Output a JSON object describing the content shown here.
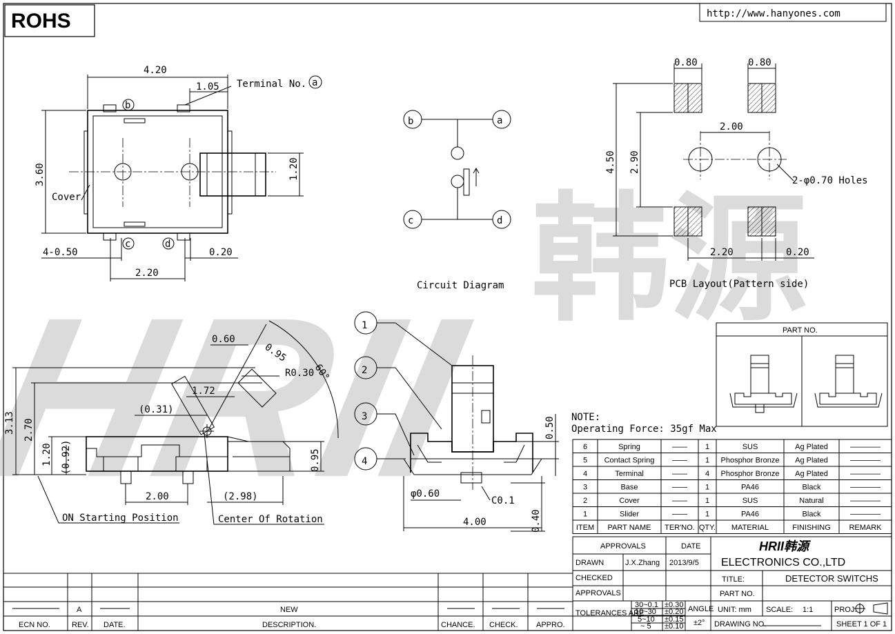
{
  "header": {
    "rohs": "ROHS",
    "url": "http://www.hanyones.com"
  },
  "watermark": {
    "brand_latin": "HRII",
    "brand_cjk": "韩源"
  },
  "top_view": {
    "dim_width": "4.20",
    "dim_terminal_offset": "1.05",
    "terminal_label": "Terminal No.",
    "terminal_symbol": "a",
    "dim_height": "3.60",
    "dim_slider": "1.20",
    "cover_label": "Cover",
    "dim_terminal_width": "4-0.50",
    "dim_edge": "0.20",
    "dim_pitch": "2.20",
    "pin_b": "b",
    "pin_c": "c",
    "pin_d": "d"
  },
  "circuit": {
    "pin_b": "b",
    "pin_a": "a",
    "pin_c": "c",
    "pin_d": "d",
    "caption": "Circuit Diagram"
  },
  "pcb": {
    "pad_w1": "0.80",
    "pad_w2": "0.80",
    "dim_hole_pitch": "2.00",
    "dim_total_h": "4.50",
    "dim_pad_gap": "2.90",
    "holes_label": "2-φ0.70 Holes",
    "dim_pad_pitch": "2.20",
    "dim_edge": "0.20",
    "caption": "PCB Layout(Pattern side)"
  },
  "side_view": {
    "dim_tip": "0.60",
    "dim_095": "0.95",
    "dim_radius": "R0.30",
    "dim_angle": "60°",
    "dim_172": "1.72",
    "dim_031": "(0.31)",
    "dim_313": "3.13",
    "dim_270": "2.70",
    "dim_120": "1.20",
    "dim_092": "(0.92)",
    "dim_095b": "0.95",
    "dim_200": "2.00",
    "dim_298": "(2.98)",
    "on_label": "ON Starting Position",
    "rotation_label": "Center Of Rotation"
  },
  "section_view": {
    "balloons": [
      "1",
      "2",
      "3",
      "4"
    ],
    "dim_050": "0.50",
    "dim_060": "φ0.60",
    "dim_c01": "C0.1",
    "dim_040": "0.40",
    "dim_400": "4.00"
  },
  "part_no_box": {
    "label": "PART NO."
  },
  "note": {
    "title": "NOTE:",
    "text": "Operating Force: 35gf Max"
  },
  "bom": {
    "rows": [
      {
        "item": "6",
        "name": "Spring",
        "ter": "——",
        "qty": "1",
        "material": "SUS",
        "finishing": "Ag Plated",
        "remark": "————"
      },
      {
        "item": "5",
        "name": "Contact Spring",
        "ter": "——",
        "qty": "1",
        "material": "Phosphor Bronze",
        "finishing": "Ag Plated",
        "remark": "————"
      },
      {
        "item": "4",
        "name": "Terminal",
        "ter": "——",
        "qty": "4",
        "material": "Phosphor Bronze",
        "finishing": "Ag Plated",
        "remark": "————"
      },
      {
        "item": "3",
        "name": "Base",
        "ter": "——",
        "qty": "1",
        "material": "PA46",
        "finishing": "Black",
        "remark": "————"
      },
      {
        "item": "2",
        "name": "Cover",
        "ter": "——",
        "qty": "1",
        "material": "SUS",
        "finishing": "Natural",
        "remark": "————"
      },
      {
        "item": "1",
        "name": "Slider",
        "ter": "——",
        "qty": "1",
        "material": "PA46",
        "finishing": "Black",
        "remark": "————"
      }
    ],
    "headers": {
      "item": "ITEM",
      "name": "PART NAME",
      "ter": "TER'NO.",
      "qty": "QTY.",
      "material": "MATERIAL",
      "finishing": "FINISHING",
      "remark": "REMARK"
    }
  },
  "title_block": {
    "approvals": "APPROVALS",
    "date": "DATE",
    "drawn": "DRAWN",
    "drawn_by": "J.X.Zhang",
    "drawn_date": "2013/9/5",
    "checked": "CHECKED",
    "approvals2": "APPROVALS",
    "company_logo": "HRII韩源",
    "company": "ELECTRONICS CO.,LTD",
    "title_label": "TITLE:",
    "title_value": "DETECTOR SWITCHS",
    "part_no": "PART NO.",
    "tolerances": "TOLERANCES ARE",
    "tol_ranges": [
      "30~0.1",
      "10~30",
      "5~10",
      "~ 5"
    ],
    "tol_values": [
      "±0.30",
      "±0.20",
      "±0.15",
      "±0.10"
    ],
    "angle": "ANGLE",
    "angle_value": "±2°",
    "unit": "UNIT: mm",
    "scale": "SCALE:",
    "scale_value": "1:1",
    "proj": "PROJ.",
    "drawing_no": "DRAWING NO.",
    "sheet": "SHEET  1  OF  1"
  },
  "revision_block": {
    "ecn_no": "ECN NO.",
    "rev": "REV.",
    "date": "DATE.",
    "description": "DESCRIPTION.",
    "chance": "CHANCE.",
    "check": "CHECK.",
    "appro": "APPRO.",
    "rev_value": "A",
    "desc_value": "NEW"
  }
}
